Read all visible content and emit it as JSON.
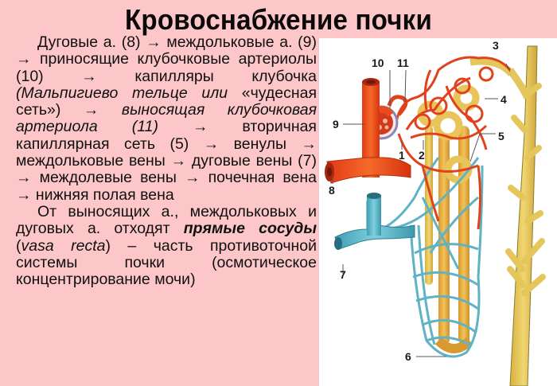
{
  "title": "Кровоснабжение почки",
  "text": {
    "p1": {
      "s1": "Дуговые а. (8) → междольковые а. (9) → приносящие клубочковые артериолы (10) → капилляры клубочка ",
      "s2_italic": "(Мальпигиево тельце или",
      "s3": " «чудесная сеть») → ",
      "s4_italic": "выносящая клубочковая артериола (11)",
      "s5": " → вторичная капиллярная сеть (5) → венулы → междольковые вены → дуговые вены (7) → междолевые вены → почечная вена → нижняя полая вена"
    },
    "p2": {
      "s1": "От выносящих а., междольковых и дуговых а. отходят ",
      "s2_bold_italic": "прямые сосуды",
      "s3": " (",
      "s4_italic": "vasa recta",
      "s5": ") – часть противоточной системы почки (осмотическое концентрирование мочи)"
    }
  },
  "diagram": {
    "labels": [
      "1",
      "2",
      "3",
      "4",
      "5",
      "6",
      "7",
      "8",
      "9",
      "10",
      "11"
    ],
    "colors": {
      "artery": "#e8401c",
      "vein": "#5fb3c4",
      "tubule": "#e9b54a",
      "collecting_duct": "#e8c95a",
      "background": "#ffffff",
      "page": "#fdc7c9"
    }
  }
}
